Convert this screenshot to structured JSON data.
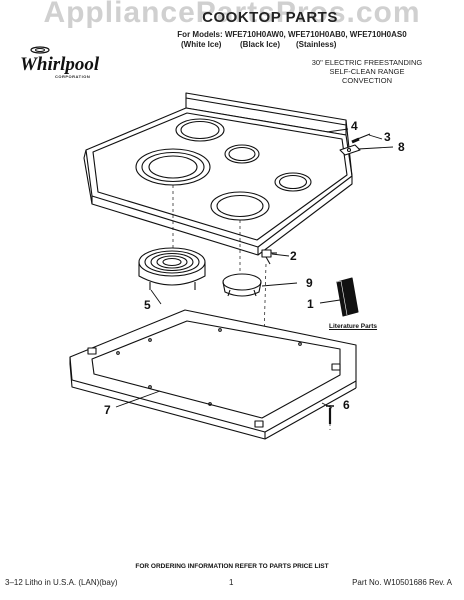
{
  "watermark": "AppliancePartsPros.com",
  "header": {
    "title": "COOKTOP PARTS",
    "models_line": "For Models: WFE710H0AW0, WFE710H0AB0, WFE710H0AS0",
    "finishes": [
      "(White Ice)",
      "(Black Ice)",
      "(Stainless)"
    ]
  },
  "logo": {
    "word": "Whirlpool",
    "corp": "CORPORATION"
  },
  "description": [
    "30\" ELECTRIC FREESTANDING",
    "SELF-CLEAN RANGE",
    "CONVECTION"
  ],
  "callouts": [
    "1",
    "2",
    "3",
    "4",
    "5",
    "6",
    "7",
    "8",
    "9"
  ],
  "literature_label": "Literature Parts",
  "footer": {
    "ordering": "FOR ORDERING INFORMATION REFER TO PARTS PRICE LIST",
    "left": "3–12 Litho in U.S.A. (LAN)(bay)",
    "page": "1",
    "part_no": "Part No. W10501686 Rev. A"
  }
}
